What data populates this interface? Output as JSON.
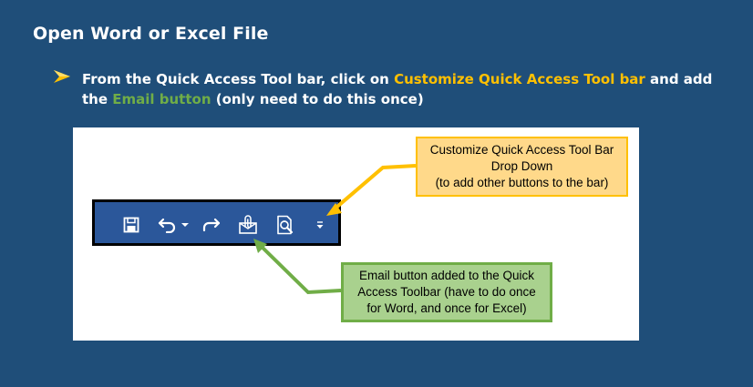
{
  "slide": {
    "title": "Open Word or Excel File",
    "instruction": {
      "part1": "From the Quick Access Tool bar, click on ",
      "highlight1": "Customize Quick Access Tool bar",
      "part2": " and add the ",
      "highlight2": "Email button",
      "part3": " (only need to do this once)"
    }
  },
  "toolbar": {
    "icons": [
      "save-icon",
      "undo-icon",
      "undo-dropdown-icon",
      "redo-icon",
      "email-icon",
      "print-preview-icon",
      "customize-dropdown-icon"
    ]
  },
  "callouts": {
    "customize": {
      "line1": "Customize Quick Access Tool Bar",
      "line2": "Drop Down",
      "line3": "(to add other buttons to the bar)"
    },
    "email": {
      "line1": "Email button added to the Quick",
      "line2": "Access Toolbar (have to do once",
      "line3": "for Word, and once for Excel)"
    }
  },
  "colors": {
    "background": "#1f4e79",
    "highlight_yellow": "#ffc000",
    "highlight_green": "#70ad47",
    "toolbar": "#2b579a",
    "callout_yellow_fill": "#ffd98a",
    "callout_green_fill": "#a9d18e"
  }
}
